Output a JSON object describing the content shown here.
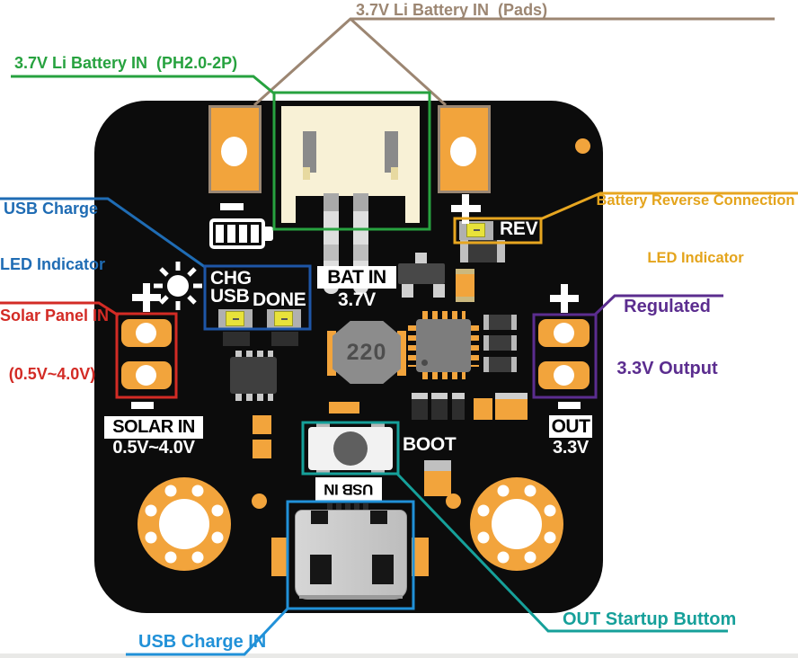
{
  "callouts": {
    "battery_pads": "3.7V Li Battery IN  (Pads)",
    "battery_connector": "3.7V Li Battery IN  (PH2.0-2P)",
    "usb_charge_led_1": "USB Charge",
    "usb_charge_led_2": "LED Indicator",
    "battery_reverse_1": "Battery Reverse Connection",
    "battery_reverse_2": "LED Indicator",
    "solar_panel_1": "Solar Panel IN",
    "solar_panel_2": "(0.5V~4.0V)",
    "regulated_1": "Regulated",
    "regulated_2": "3.3V Output",
    "out_startup": "OUT Startup Buttom",
    "usb_charge_in": "USB Charge IN"
  },
  "silkscreen": {
    "chg": "CHG",
    "usb": "USB",
    "done": "DONE",
    "bat_in": "BAT IN",
    "bat_voltage": "3.7V",
    "rev": "REV",
    "solar_in": "SOLAR IN",
    "solar_range": "0.5V~4.0V",
    "out": "OUT",
    "out_voltage": "3.3V",
    "boot": "BOOT",
    "usb_in": "USB IN",
    "inductor_value": "220"
  },
  "colors": {
    "board": "#0c0c0c",
    "pad_orange": "#f2a43c",
    "tan": "#9c8672",
    "green": "#27a23f",
    "blue": "#1f6cb4",
    "orange": "#e7a620",
    "red": "#d32b25",
    "purple": "#5b2d8f",
    "teal": "#16a09a",
    "light_blue": "#2191d8"
  }
}
